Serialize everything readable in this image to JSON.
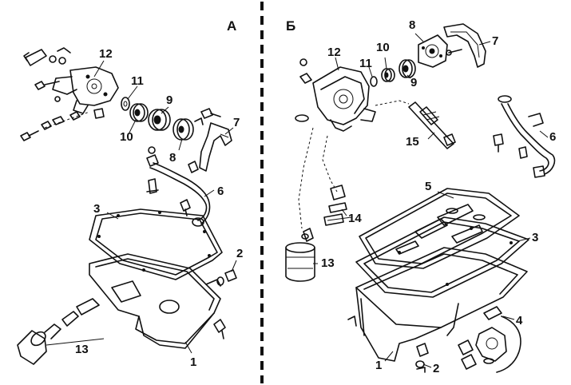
{
  "panels": {
    "left": {
      "title": "А"
    },
    "right": {
      "title": "Б"
    }
  },
  "left_labels": {
    "l1": "1",
    "l2": "2",
    "l3": "3",
    "l6": "6",
    "l7": "7",
    "l8": "8",
    "l9": "9",
    "l10": "10",
    "l11": "11",
    "l12": "12",
    "l13": "13"
  },
  "right_labels": {
    "r1": "1",
    "r2": "2",
    "r3": "3",
    "r4": "4",
    "r5": "5",
    "r6": "6",
    "r7": "7",
    "r8": "8",
    "r9": "9",
    "r10": "10",
    "r11": "11",
    "r12": "12",
    "r13": "13",
    "r14": "14",
    "r15": "15"
  }
}
